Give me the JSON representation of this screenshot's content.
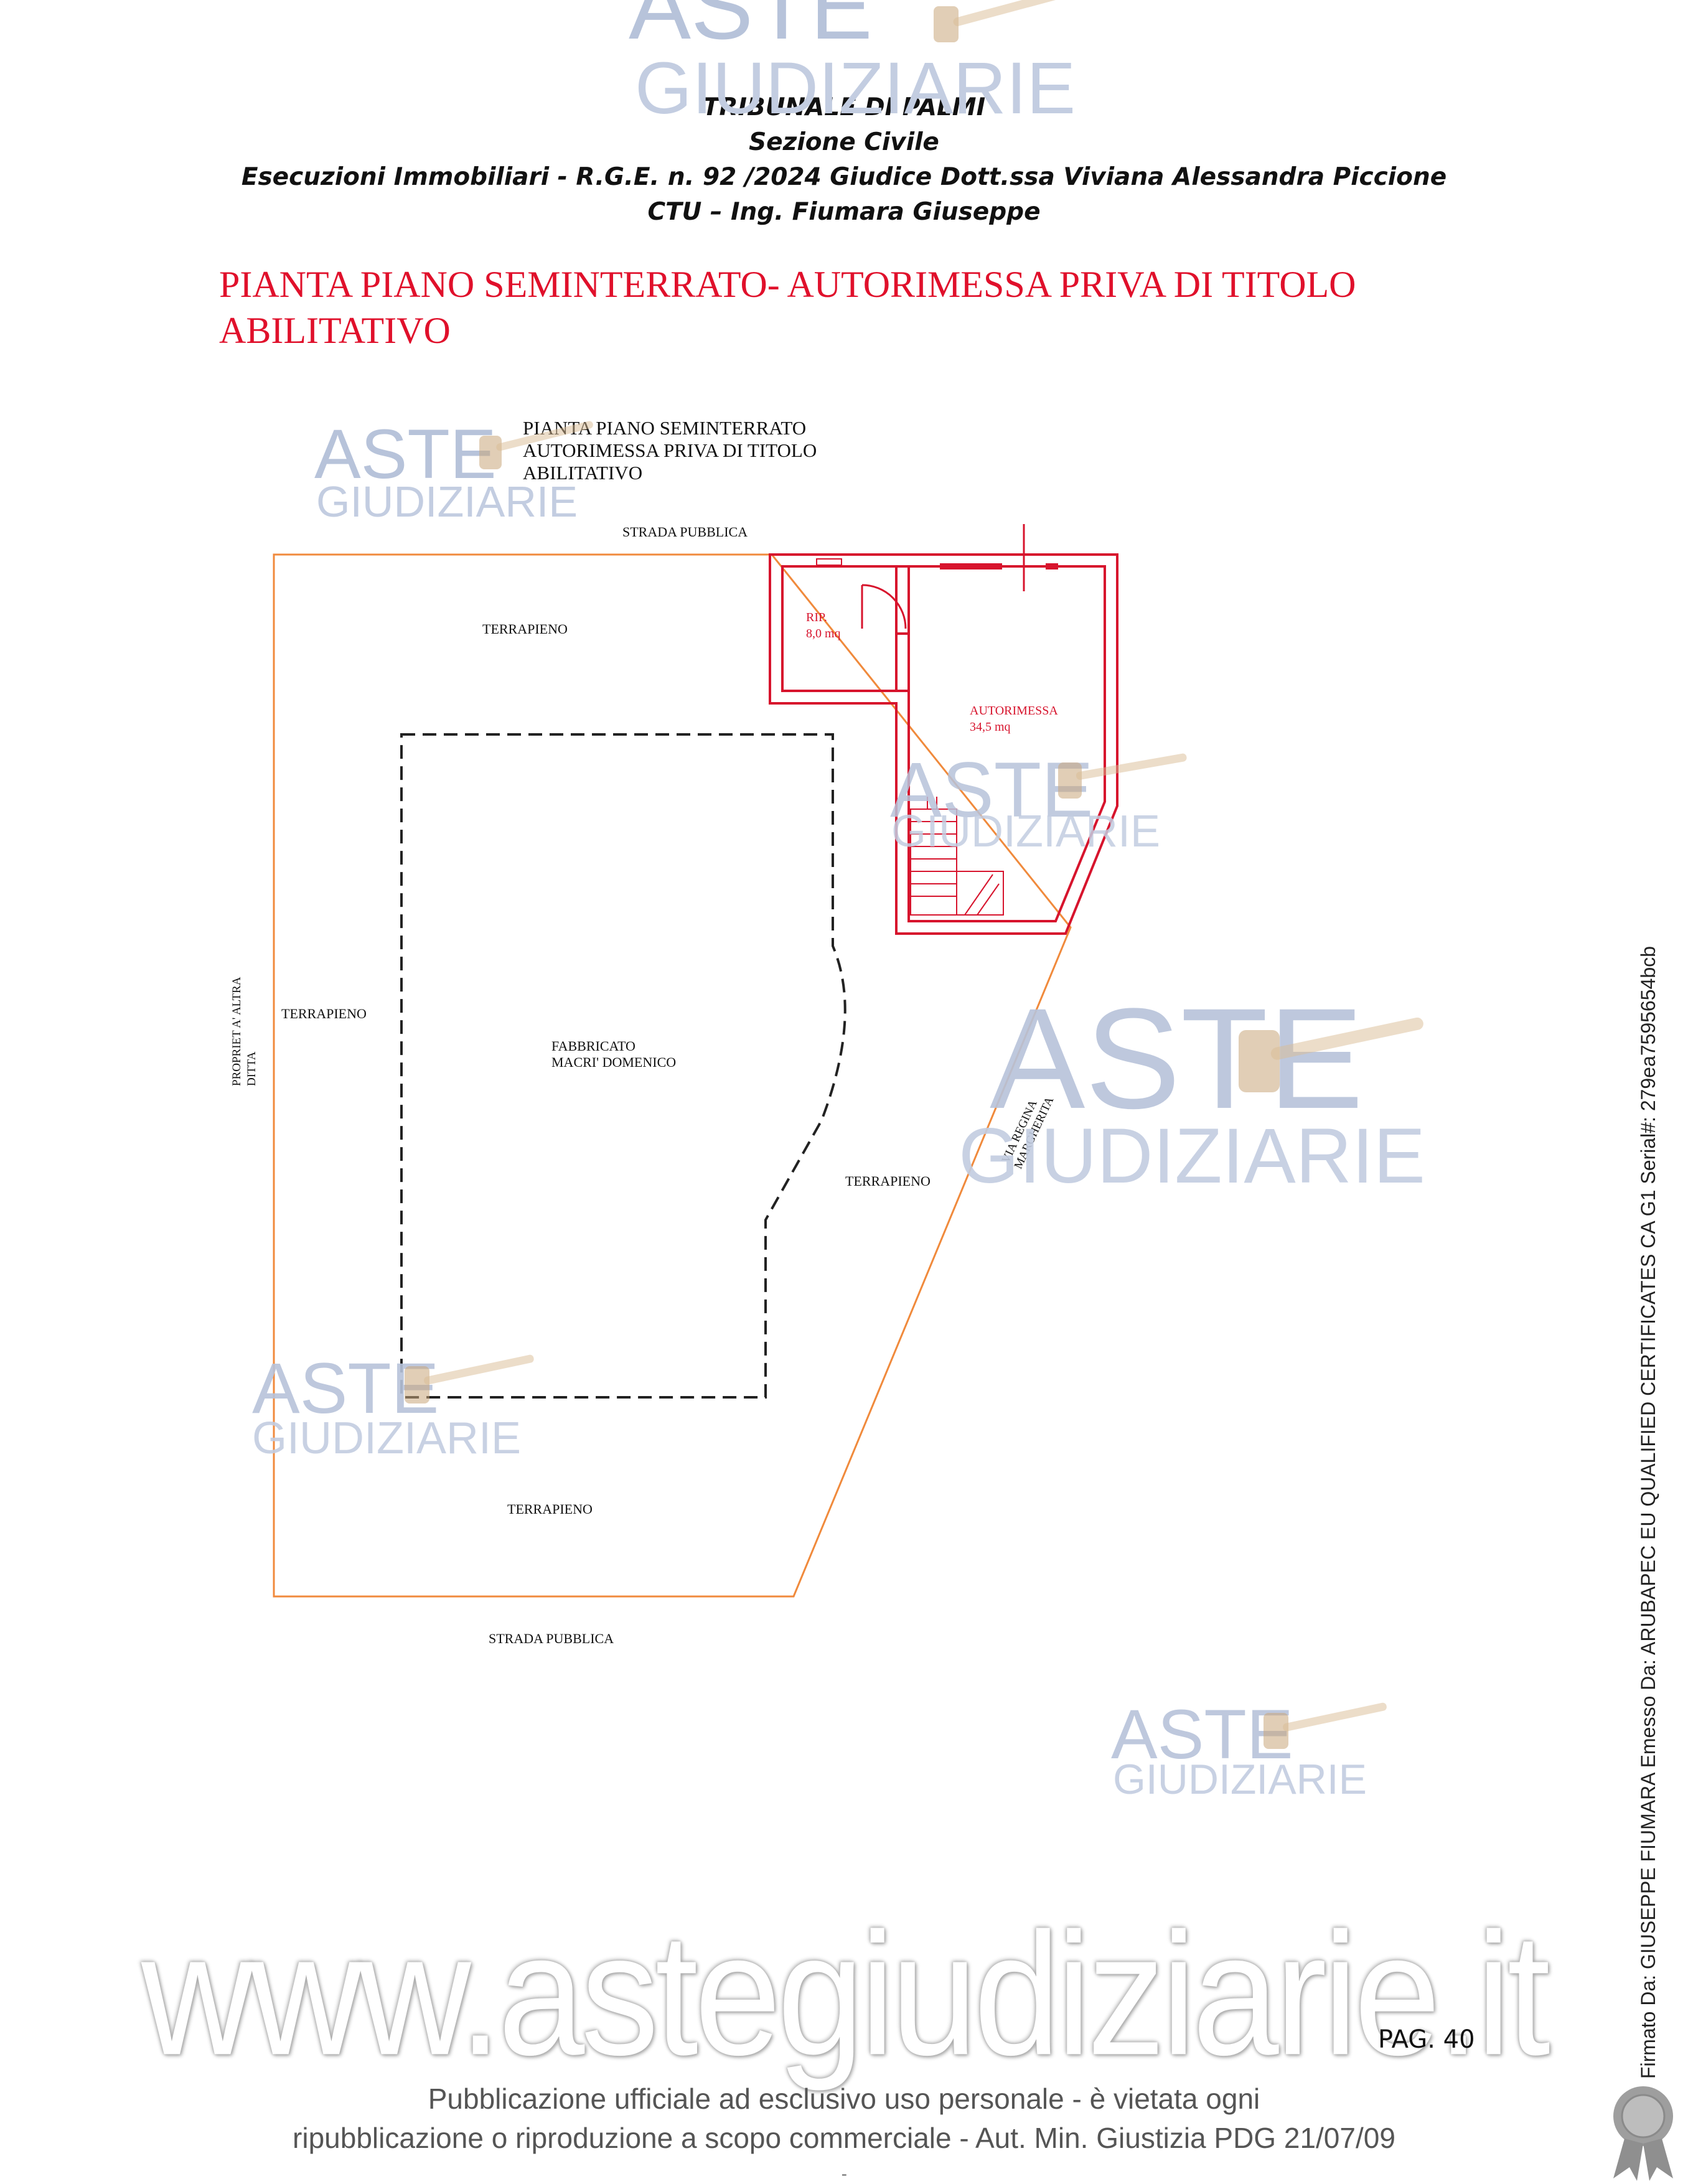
{
  "header": {
    "court": "TRIBUNALE DI PALMI",
    "section": "Sezione Civile",
    "case": "Esecuzioni Immobiliari - R.G.E. n. 92 /2024 Giudice Dott.ssa Viviana Alessandra Piccione",
    "expert": "CTU – Ing. Fiumara Giuseppe"
  },
  "section_title": {
    "line1": "PIANTA PIANO SEMINTERRATO- AUTORIMESSA PRIVA  DI TITOLO",
    "line2": "ABILITATIVO"
  },
  "plan": {
    "title_lines": [
      "PIANTA PIANO SEMINTERRATO",
      "AUTORIMESSA PRIVA DI TITOLO",
      "ABILITATIVO"
    ],
    "strada_top": "STRADA PUBBLICA",
    "strada_bottom": "STRADA PUBBLICA",
    "terrapieno_1": "TERRAPIENO",
    "terrapieno_2": "TERRAPIENO",
    "terrapieno_3": "TERRAPIENO",
    "terrapieno_4": "TERRAPIENO",
    "rip_label": "RIP.",
    "rip_area": "8,0 mq",
    "autorimessa_label": "AUTORIMESSA",
    "autorimessa_area": "34,5 mq",
    "fabbricato_line1": "FABBRICATO",
    "fabbricato_line2": "MACRI' DOMENICO",
    "via_line1": "VIA REGINA",
    "via_line2": "MARGHERITA",
    "proprieta_line1": "PROPRIET A' ALTRA",
    "proprieta_line2": "DITTA"
  },
  "watermark": {
    "word1": "ASTE",
    "word2": "GIUDIZIARIE",
    "site": "www.astegiudiziarie.it"
  },
  "page_number": "PAG. 40",
  "publication": {
    "line1": "Pubblicazione ufficiale ad esclusivo uso personale - è vietata ogni",
    "line2": "ripubblicazione o riproduzione a scopo commerciale - Aut. Min. Giustizia PDG 21/07/09"
  },
  "signature": "Firmato Da: GIUSEPPE FIUMARA Emesso Da: ARUBAPEC EU QUALIFIED CERTIFICATES CA G1 Serial#: 279ea7595654bcb",
  "colors": {
    "title_red": "#e0102b",
    "plan_red": "#d7142d",
    "boundary_orange": "#f08a3c",
    "watermark_blue": "#b7c3da",
    "gavel_brown": "#c9a57a"
  },
  "icons": [
    "gavel-icon",
    "seal-icon"
  ]
}
